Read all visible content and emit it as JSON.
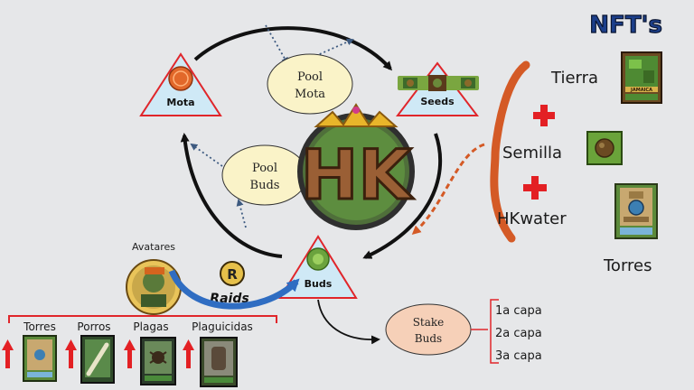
{
  "title": "NFT's",
  "nodes": {
    "mota": "Mota",
    "seeds": "Seeds",
    "buds": "Buds"
  },
  "pools": {
    "mota": [
      "Pool",
      "Mota"
    ],
    "buds": [
      "Pool",
      "Buds"
    ]
  },
  "stake": [
    "Stake",
    "Buds"
  ],
  "layers": [
    "1a capa",
    "2a capa",
    "3a capa"
  ],
  "nft_list": {
    "tierra": "Tierra",
    "semilla": "Semilla",
    "hkwater": "HKwater",
    "torres": "Torres"
  },
  "avatares": "Avatares",
  "raids": "Raids",
  "raids_badge": "R",
  "logo_text": "HK",
  "bottom_items": [
    "Torres",
    "Porros",
    "Plagas",
    "Plaguicidas"
  ],
  "card_label": "JAMAICA",
  "colors": {
    "triangle_stroke": "#e0262b",
    "triangle_fill": "#cfe9f6",
    "pool_fill": "#faf3c8",
    "stake_fill": "#f6d0b8",
    "plus": "#e32024",
    "bracket_orange": "#d45a26",
    "arrow_blue": "#2f6dc2"
  }
}
